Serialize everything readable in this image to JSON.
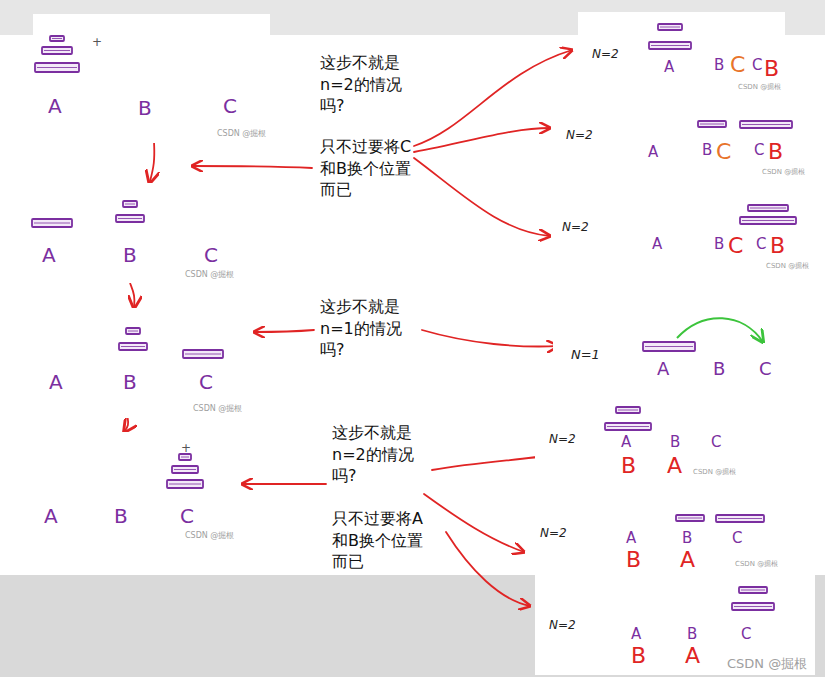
{
  "diagram": {
    "nodes": [
      {
        "text": [
          "A",
          "B",
          "C",
          "CSDN @掘根"
        ]
      },
      {
        "text": [
          "A",
          "B",
          "C",
          "CSDN @掘根"
        ]
      },
      {
        "text": [
          "A",
          "B",
          "C",
          "CSDN @掘根"
        ]
      },
      {
        "text": [
          "A",
          "B",
          "C",
          "CSDN @掘根"
        ]
      },
      {
        "text": [
          "N=2",
          "A",
          "B",
          "C",
          "C",
          "B",
          "CSDN @掘根"
        ]
      },
      {
        "text": [
          "N=2",
          "A",
          "B",
          "C",
          "C",
          "B",
          "CSDN @掘根"
        ]
      },
      {
        "text": [
          "N=2",
          "A",
          "B",
          "C",
          "C",
          "B",
          "CSDN @掘根"
        ]
      },
      {
        "text": [
          "N=1",
          "A",
          "B",
          "C"
        ]
      },
      {
        "text": [
          "N=2",
          "A",
          "B",
          "C",
          "B",
          "A",
          "CSDN @掘根"
        ]
      },
      {
        "text": [
          "N=2",
          "A",
          "B",
          "C",
          "B",
          "A",
          "CSDN @掘根"
        ]
      },
      {
        "text": [
          "N=2",
          "A",
          "B",
          "C",
          "B",
          "A",
          "CSDN @掘根"
        ]
      }
    ],
    "edges": [
      {
        "from": 0,
        "to": 1,
        "arrow": "to"
      },
      {
        "from": 1,
        "to": 2,
        "arrow": "to"
      },
      {
        "from": 2,
        "to": 3,
        "arrow": "to"
      }
    ],
    "labels": [
      "这步不就是n=2的情况吗?",
      "只不过要将C和B换个位置而已",
      "这步不就是n=1的情况吗?",
      "这步不就是n=2的情况吗?",
      "只不过要将A和B换个位置而已",
      "+",
      "+"
    ]
  }
}
